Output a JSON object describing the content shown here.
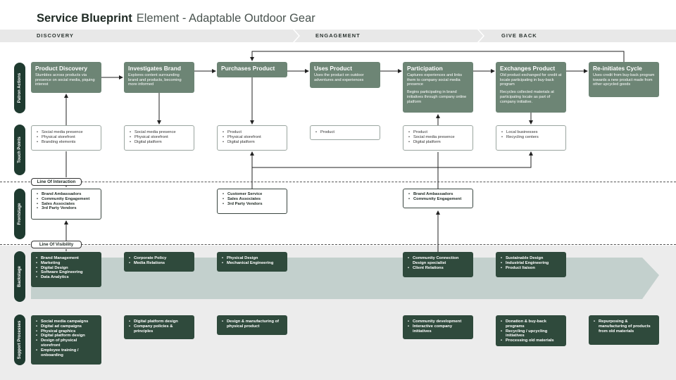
{
  "title": {
    "main": "Service Blueprint",
    "sub": "Element - Adaptable Outdoor Gear"
  },
  "phases": [
    "DISCOVERY",
    "ENGAGEMENT",
    "GIVE BACK"
  ],
  "lanes": [
    "Patron Actions",
    "Touch Points",
    "Frontstage",
    "Backstage",
    "Support Processes"
  ],
  "lines": {
    "interaction": "Line Of Interaction",
    "visibility": "Line Of Visibility"
  },
  "patron_actions": [
    {
      "title": "Product Discovery",
      "desc": "Stumbles across products via presence on social media, piquing interest"
    },
    {
      "title": "Investigates Brand",
      "desc": "Explores content surrounding brand and products, becoming more informed"
    },
    {
      "title": "Purchases Product",
      "desc": ""
    },
    {
      "title": "Uses Product",
      "desc": "Uses the product on outdoor adventures and experiences"
    },
    {
      "title": "Participation",
      "desc": "Captures experiences and links them to company social media presence",
      "desc2": "Begins participating in brand initiatives through company online platform"
    },
    {
      "title": "Exchanges Product",
      "desc": "Old product exchanged for credit at locale participating in buy-back program",
      "desc2": "Recycles collected materials at participating locale as part of company initiative."
    },
    {
      "title": "Re-initiates Cycle",
      "desc": "Uses credit from buy-back program towards a new product made from other upcycled goods"
    }
  ],
  "touch_points": [
    [
      "Social media presence",
      "Physical storefront",
      "Branding elements"
    ],
    [
      "Social media presence",
      "Physical storefront",
      "Digital platform"
    ],
    [
      "Product",
      "Physical storefront",
      "Digital platform"
    ],
    [
      "Product"
    ],
    [
      "Product",
      "Social media presence",
      "Digital platform"
    ],
    [
      "Local businesses",
      "Recycling centers"
    ]
  ],
  "frontstage": [
    [
      "Brand Ambassadors",
      "Community Engagement",
      "Sales Associates",
      "3rd Party Vendors"
    ],
    [
      "Customer Service",
      "Sales Associates",
      "3rd Party Vendors"
    ],
    [
      "Brand Ambassadors",
      "Community Engagement"
    ]
  ],
  "backstage": [
    [
      "Brand Management",
      "Marketing",
      "Digital Design",
      "Software Engineering",
      "Data Analytics"
    ],
    [
      "Corporate Policy",
      "Media Relations"
    ],
    [
      "Physical Design",
      "Mechanical Engineering"
    ],
    [
      "Community Connection Design specialist",
      "Client Relations"
    ],
    [
      "Sustainable Design",
      "Industrial Engineering",
      "Product liaison"
    ]
  ],
  "support": [
    [
      "Social media campaigns",
      "Digital ad campaigns",
      "Physical graphics",
      "Digital platform design",
      "Design of physical storefront",
      "Employee training / onboarding"
    ],
    [
      "Digital platform design",
      "Company policies & principles"
    ],
    [
      "Design & manufacturing of physical product"
    ],
    [
      "Community development",
      "Interactive company initiatives"
    ],
    [
      "Donation & buy-back programs",
      "Recycling / upcycling initiatives",
      "Processing old materials"
    ],
    [
      "Repurposing & manufacturing of products from old materials"
    ]
  ],
  "colors": {
    "patron": "#6d8575",
    "dark": "#2f4a3c",
    "side": "#1f3b30",
    "arrow": "#c3d0cd"
  }
}
